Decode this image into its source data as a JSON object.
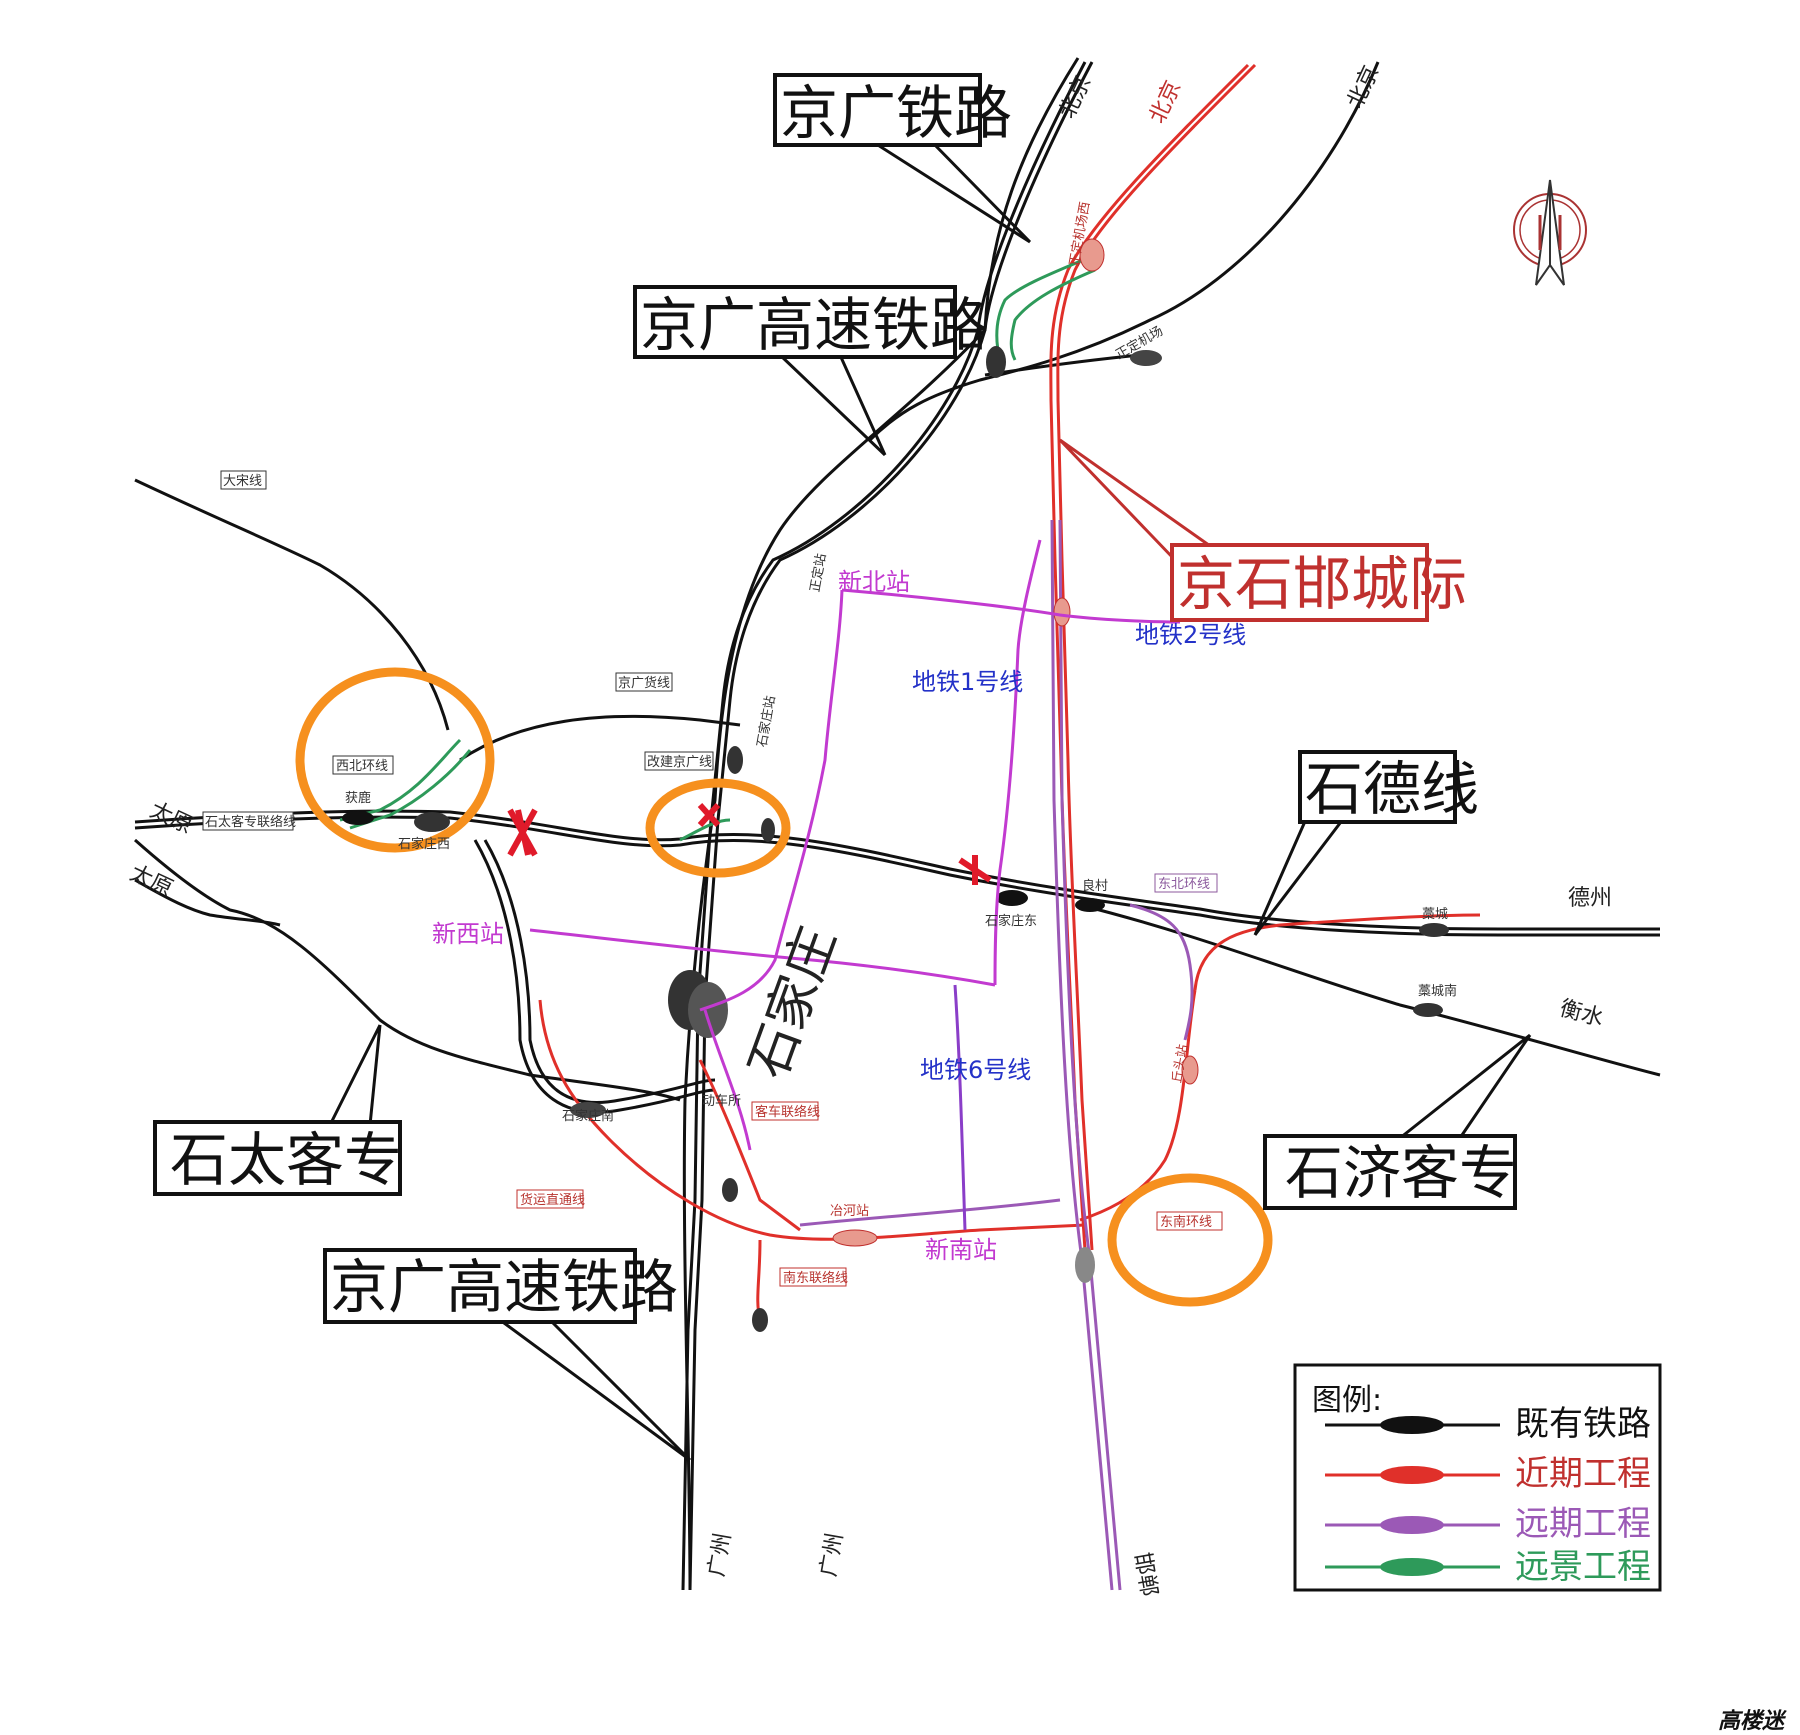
{
  "callouts": {
    "jingguang_rail": "京广铁路",
    "jingguang_hsr_top": "京广高速铁路",
    "jingshihan": "京石邯城际",
    "shide": "石德线",
    "shitai": "石太客专",
    "shiji": "石济客专",
    "jingguang_hsr_bottom": "京广高速铁路"
  },
  "city": "石家庄",
  "directions": {
    "beijing1": "北京",
    "beijing2": "北京",
    "beijing3": "北京",
    "taiyuan1": "太原",
    "taiyuan2": "太原",
    "dezhou": "德州",
    "hengshui": "衡水",
    "guangzhou1": "广州",
    "guangzhou2": "广州",
    "handan": "邯郸"
  },
  "metro": {
    "xinbei": "新北站",
    "xinxi": "新西站",
    "xinnan": "新南站",
    "line1": "地铁1号线",
    "line2": "地铁2号线",
    "line6": "地铁6号线"
  },
  "small_labels": {
    "dasong": "大宋线",
    "xibei_loop": "西北环线",
    "shitai_link": "石太客专联络线",
    "huolu": "获鹿",
    "shijiazhuang_west": "石家庄西",
    "jingguang_freight": "京广货线",
    "gaijian": "改建京广线",
    "zhengding": "正定站",
    "zhengding_airport": "正定机场",
    "zhengding_airport_west": "正定机场西",
    "liangcun": "良村",
    "dongbei_loop": "东北环线",
    "gaocheng": "藁城",
    "gaocheng_south": "藁城南",
    "shijiazhuang_east": "石家庄东",
    "qiutou": "丘头站",
    "dongnan_loop": "东南环线",
    "shijiazhuang_south": "石家庄南",
    "huoyun": "货运直通线",
    "keche": "客车联络线",
    "dongche": "动车所",
    "yehe": "冶河站",
    "nandong": "南东联络线",
    "shijiazhuang_hub": "石家庄站"
  },
  "legend": {
    "title": "图例:",
    "items": [
      {
        "label": "既有铁路",
        "color": "#111111"
      },
      {
        "label": "近期工程",
        "color": "#e0302a"
      },
      {
        "label": "远期工程",
        "color": "#9b59b6"
      },
      {
        "label": "远景工程",
        "color": "#2e9a5a"
      }
    ]
  },
  "colors": {
    "existing": "#111111",
    "near_term": "#e0302a",
    "long_term": "#9b59b6",
    "vision": "#2e9a5a",
    "metro_magenta": "#c23ad0",
    "highlight_orange": "#f6901e",
    "cross_red": "#e01a2a"
  },
  "watermark": "高楼迷"
}
